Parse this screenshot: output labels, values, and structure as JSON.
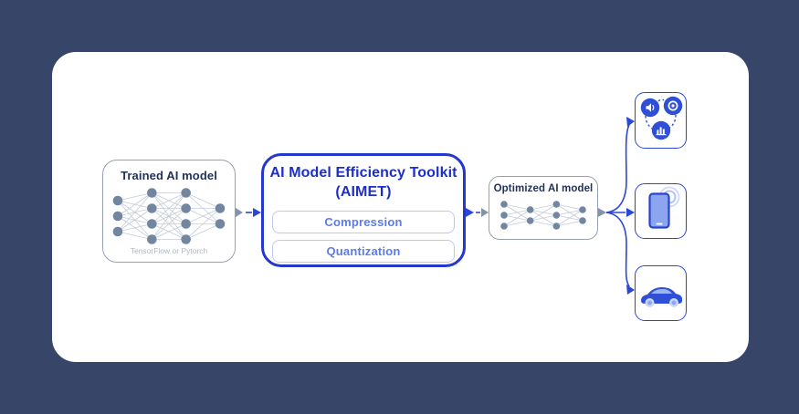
{
  "diagram": {
    "type": "flow-diagram",
    "subject": "AIMET (AI Model Efficiency Toolkit) workflow"
  },
  "colors": {
    "page_background": "#374569",
    "card_background": "#ffffff",
    "accent_blue": "#2438cc",
    "arrow_blue": "#2b47d3",
    "button_text_blue": "#5b7ce8",
    "button_border_blue": "#bcc9f4",
    "box_border_gray": "#97a1b0",
    "arrow_gray": "#8494a8",
    "dark_navy_text": "#1f3257",
    "node_slate": "#72869f",
    "edge_gray": "#c3ccd8",
    "caption_gray": "#aeb7c4"
  },
  "trained_model_box": {
    "title": "Trained AI model",
    "caption": "TensorFlow or Pytorch",
    "network_layers": [
      3,
      4,
      4,
      2
    ]
  },
  "aimet_box": {
    "title_line1": "AI Model Efficiency Toolkit",
    "title_line2": "(AIMET)",
    "buttons": [
      {
        "label": "Compression"
      },
      {
        "label": "Quantization"
      }
    ]
  },
  "optimized_model_box": {
    "title": "Optimized AI model",
    "network_layers": [
      3,
      2,
      3,
      2
    ]
  },
  "targets": [
    {
      "name": "multimedia-devices",
      "icons": [
        "speaker-icon",
        "camera-lens-icon",
        "bar-chart-icon"
      ]
    },
    {
      "name": "smartphone",
      "icons": [
        "smartphone-icon"
      ]
    },
    {
      "name": "car",
      "icons": [
        "car-icon"
      ]
    }
  ]
}
